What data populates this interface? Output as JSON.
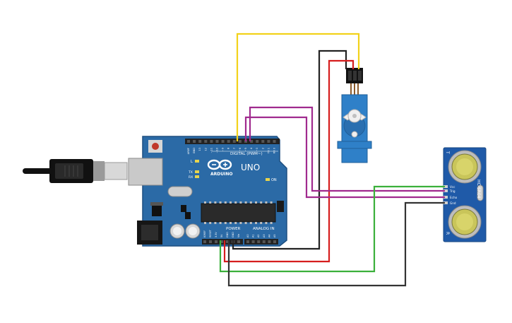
{
  "arduino": {
    "brand_logo": "ARDUINO",
    "model": "UNO",
    "digital_header_label": "DIGITAL (PWM~)",
    "power_label": "POWER",
    "analog_label": "ANALOG IN",
    "on_label": "ON",
    "led_l": "L",
    "led_tx": "TX",
    "led_rx": "RX",
    "digital_pins": [
      "AREF",
      "GND",
      "13",
      "12",
      "~11",
      "~10",
      "~9",
      "8",
      "7",
      "~6",
      "~5",
      "4",
      "~3",
      "2",
      "TX 1",
      "RX 0"
    ],
    "power_pins": [
      "IOREF",
      "RESET",
      "3.3V",
      "5V",
      "GND",
      "GND",
      "Vin"
    ],
    "analog_pins": [
      "A0",
      "A1",
      "A2",
      "A3",
      "A4",
      "A5"
    ],
    "colors": {
      "board": "#2b6aa6",
      "board_edge": "#1e4f80",
      "header": "#222222",
      "chip": "#2a2a2a"
    }
  },
  "ultrasonic": {
    "model": "HC-SR04",
    "pins": [
      "Vcc",
      "Trig",
      "Echo",
      "Gnd"
    ],
    "label_t": "T",
    "label_r": "R",
    "colors": {
      "board": "#1f5aa8",
      "transducer": "#c9c55a"
    }
  },
  "servo": {
    "colors": {
      "body": "#2f80c8",
      "horn": "#f0f0f0"
    }
  },
  "wires": {
    "colors": {
      "signal": "#f2d21a",
      "ground": "#222222",
      "power": "#d61e1e",
      "trigger": "#a02a8e",
      "echo": "#a02a8e",
      "ultra_power": "#3bb03b",
      "ultra_ground": "#333333"
    }
  }
}
